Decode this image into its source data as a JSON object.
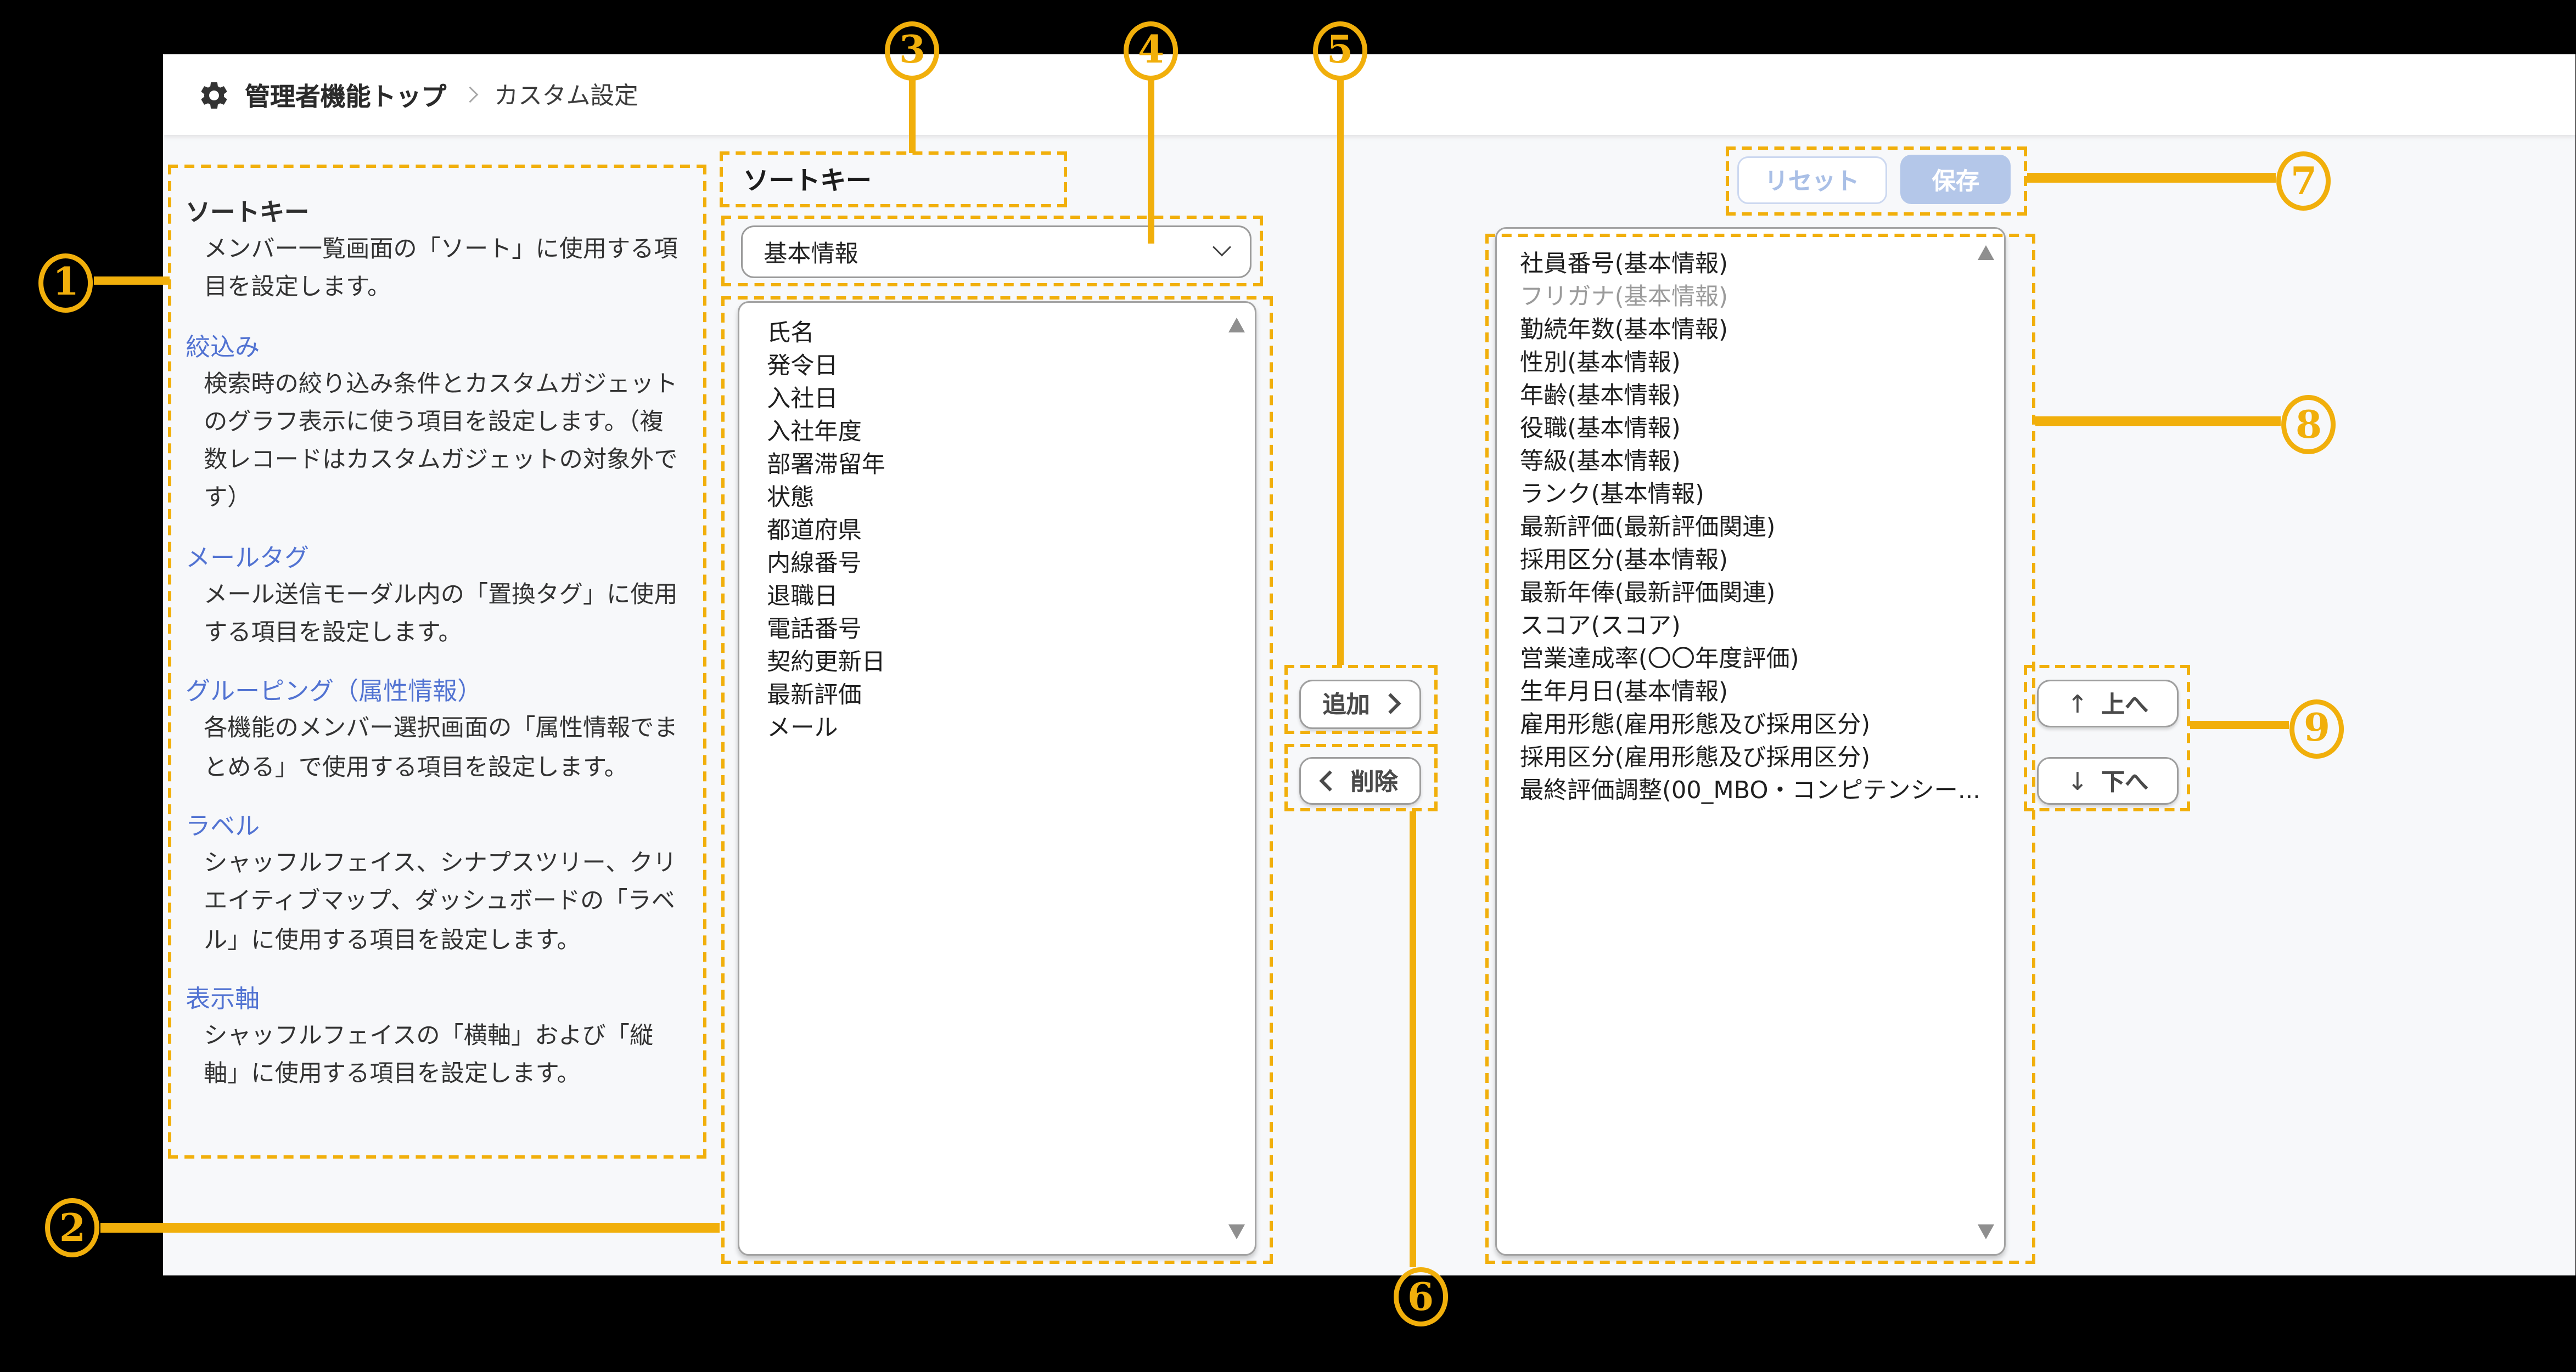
{
  "breadcrumb": {
    "root": "管理者機能トップ",
    "current": "カスタム設定"
  },
  "toolbar": {
    "reset_label": "リセット",
    "save_label": "保存"
  },
  "sidebar": {
    "sections": [
      {
        "title": "ソートキー",
        "link": false,
        "description": "メンバー一覧画面の「ソート」に使用する項目を設定します。"
      },
      {
        "title": "絞込み",
        "link": true,
        "description": "検索時の絞り込み条件とカスタムガジェットのグラフ表示に使う項目を設定します。（複数レコードはカスタムガジェットの対象外です）"
      },
      {
        "title": "メールタグ",
        "link": true,
        "description": "メール送信モーダル内の「置換タグ」に使用する項目を設定します。"
      },
      {
        "title": "グルーピング（属性情報）",
        "link": true,
        "description": "各機能のメンバー選択画面の「属性情報でまとめる」で使用する項目を設定します。"
      },
      {
        "title": "ラベル",
        "link": true,
        "description": "シャッフルフェイス、シナプスツリー、クリエイティブマップ、ダッシュボードの「ラベル」に使用する項目を設定します。"
      },
      {
        "title": "表示軸",
        "link": true,
        "description": "シャッフルフェイスの「横軸」および「縦軸」に使用する項目を設定します。"
      }
    ]
  },
  "sort_key": {
    "heading": "ソートキー",
    "category_dropdown": {
      "value": "基本情報"
    },
    "available_items": [
      "氏名",
      "発令日",
      "入社日",
      "入社年度",
      "部署滞留年",
      "状態",
      "都道府県",
      "内線番号",
      "退職日",
      "電話番号",
      "契約更新日",
      "最新評価",
      "メール"
    ],
    "selected_items": [
      {
        "label": "社員番号(基本情報)"
      },
      {
        "label": "フリガナ(基本情報)",
        "muted": true
      },
      {
        "label": "勤続年数(基本情報)"
      },
      {
        "label": "性別(基本情報)"
      },
      {
        "label": "年齢(基本情報)"
      },
      {
        "label": "役職(基本情報)"
      },
      {
        "label": "等級(基本情報)"
      },
      {
        "label": "ランク(基本情報)"
      },
      {
        "label": "最新評価(最新評価関連)"
      },
      {
        "label": "採用区分(基本情報)"
      },
      {
        "label": "最新年俸(最新評価関連)"
      },
      {
        "label": "スコア(スコア)"
      },
      {
        "label": "営業達成率(〇〇年度評価)"
      },
      {
        "label": "生年月日(基本情報)"
      },
      {
        "label": "雇用形態(雇用形態及び採用区分)"
      },
      {
        "label": "採用区分(雇用形態及び採用区分)"
      },
      {
        "label": "最終評価調整(00_MBO・コンピテンシー..."
      }
    ],
    "add_label": "追加",
    "remove_label": "削除",
    "up_label": "上へ",
    "down_label": "下へ",
    "up_arrow": "↑",
    "down_arrow": "↓"
  },
  "callouts": [
    "1",
    "2",
    "3",
    "4",
    "5",
    "6",
    "7",
    "8",
    "9"
  ],
  "colors": {
    "accent": "#F1AF0B",
    "link": "#5273D2",
    "save_button_bg": "#B4C7E9",
    "panel_bg": "#F7F8FA"
  }
}
